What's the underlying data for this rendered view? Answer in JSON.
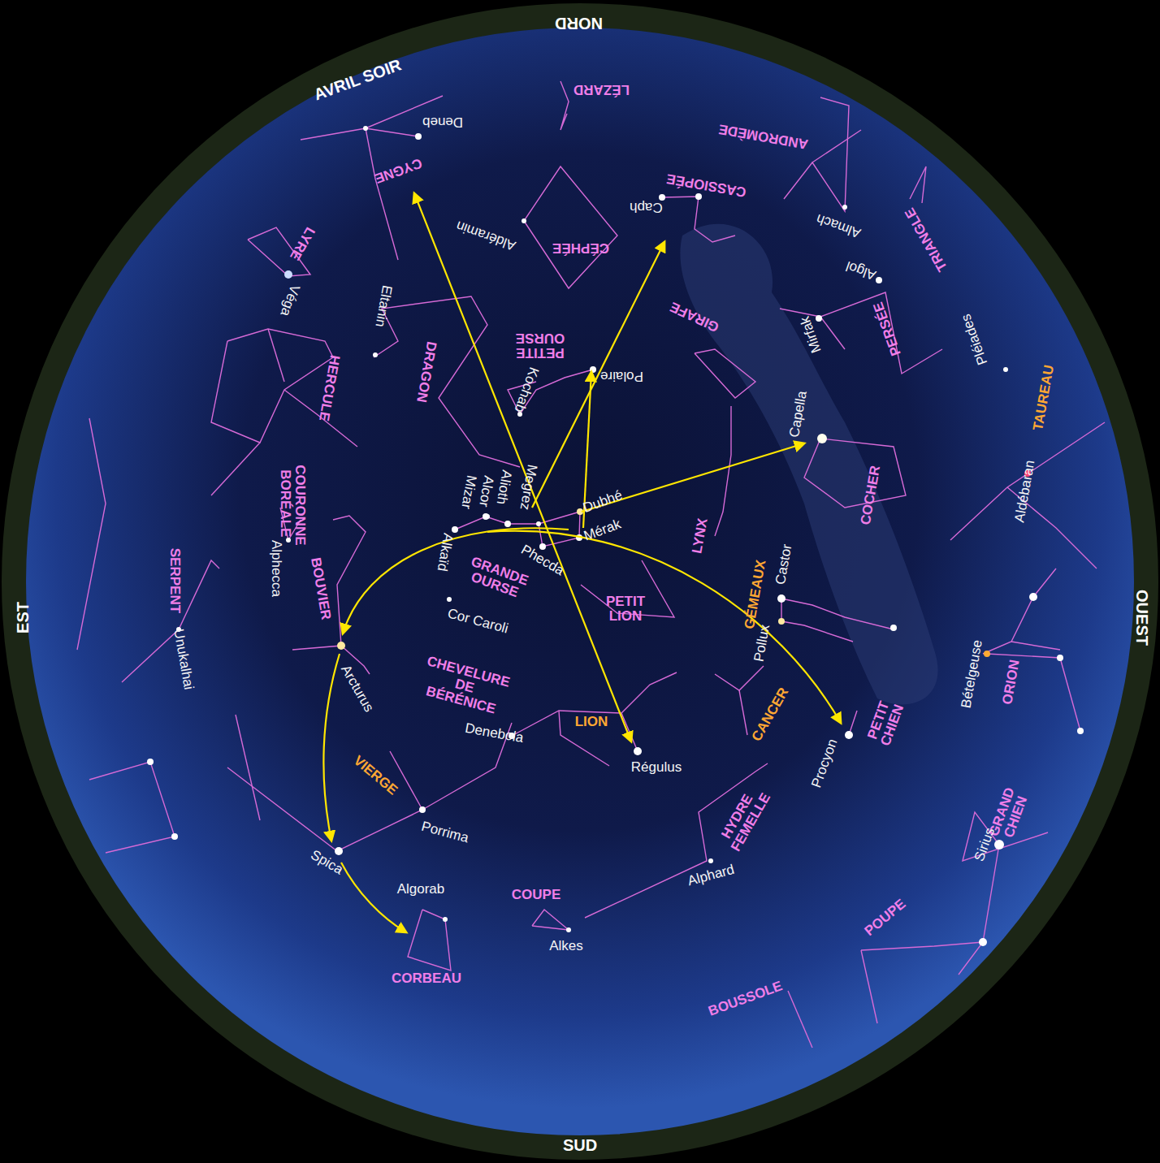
{
  "diagram": {
    "title": "AVRIL SOIR",
    "labels": [
      "NORD",
      "SUD",
      "EST",
      "OUEST",
      "LÉZARD",
      "CYGNE",
      "ANDROMÈDE",
      "CASSIOPÉE",
      "TRIANGLE",
      "LYRE",
      "CÉPHÉE",
      "GIRAFE",
      "PERSÉE",
      "PETITE OURSE",
      "DRAGON",
      "HERCULE",
      "TAUREAU",
      "COCHER",
      "COURONNE BORÉALE",
      "LYNX",
      "GRANDE OURSE",
      "SERPENT",
      "BOUVIER",
      "PETIT LION",
      "GÉMEAUX",
      "ORION",
      "CHEVELURE DE BÉRÉNICE",
      "LION",
      "CANCER",
      "PETIT CHIEN",
      "VIERGE",
      "HYDRE FEMELLE",
      "GRAND CHIEN",
      "COUPE",
      "POUPE",
      "CORBEAU",
      "BOUSSOLE",
      "Deneb",
      "Caph",
      "Aldéramin",
      "Almach",
      "Algol",
      "Véga",
      "Eltanin",
      "Mirfak",
      "Pléiades",
      "Polaire",
      "Kochab",
      "Capella",
      "Aldébaran",
      "Megrez",
      "Alioth",
      "Alcor",
      "Mizar",
      "Dubhé",
      "Mérak",
      "Alkaïd",
      "Phecda",
      "Alphecca",
      "Castor",
      "Cor Caroli",
      "Unukalhai",
      "Pollux",
      "Arcturus",
      "Bételgeuse",
      "Denebola",
      "Régulus",
      "Procyon",
      "Porrima",
      "Spica",
      "Sirius",
      "Alphard",
      "Algorab",
      "Alkes"
    ]
  }
}
